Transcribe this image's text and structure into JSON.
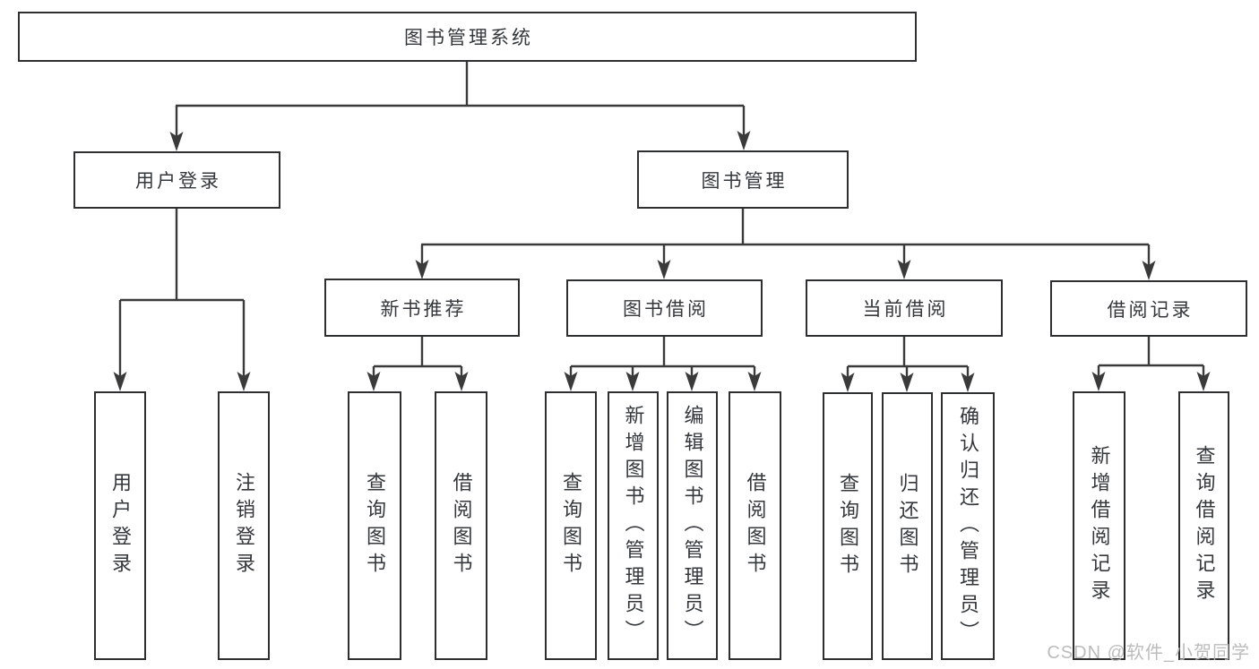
{
  "diagram": {
    "title": "图书管理系统",
    "nodes": {
      "root": {
        "label": "图书管理系统"
      },
      "user_login": {
        "label": "用户登录"
      },
      "book_mgmt": {
        "label": "图书管理"
      },
      "new_book_rec": {
        "label": "新书推荐"
      },
      "book_borrow": {
        "label": "图书借阅"
      },
      "current_borrow": {
        "label": "当前借阅"
      },
      "borrow_record": {
        "label": "借阅记录"
      },
      "ul_login": {
        "label": "用户登录"
      },
      "ul_logout": {
        "label": "注销登录"
      },
      "nb_query": {
        "label": "查询图书"
      },
      "nb_borrow": {
        "label": "借阅图书"
      },
      "bb_query": {
        "label": "查询图书"
      },
      "bb_add": {
        "label": "新增图书（管理员）"
      },
      "bb_edit": {
        "label": "编辑图书（管理员）"
      },
      "bb_borrow": {
        "label": "借阅图书"
      },
      "cb_query": {
        "label": "查询图书"
      },
      "cb_return": {
        "label": "归还图书"
      },
      "cb_confirm": {
        "label": "确认归还（管理员）"
      },
      "br_add": {
        "label": "新增借阅记录"
      },
      "br_query": {
        "label": "查询借阅记录"
      }
    },
    "hierarchy": {
      "label": "图书管理系统",
      "children": [
        {
          "label": "用户登录",
          "children": [
            {
              "label": "用户登录"
            },
            {
              "label": "注销登录"
            }
          ]
        },
        {
          "label": "图书管理",
          "children": [
            {
              "label": "新书推荐",
              "children": [
                {
                  "label": "查询图书"
                },
                {
                  "label": "借阅图书"
                }
              ]
            },
            {
              "label": "图书借阅",
              "children": [
                {
                  "label": "查询图书"
                },
                {
                  "label": "新增图书（管理员）"
                },
                {
                  "label": "编辑图书（管理员）"
                },
                {
                  "label": "借阅图书"
                }
              ]
            },
            {
              "label": "当前借阅",
              "children": [
                {
                  "label": "查询图书"
                },
                {
                  "label": "归还图书"
                },
                {
                  "label": "确认归还（管理员）"
                }
              ]
            },
            {
              "label": "借阅记录",
              "children": [
                {
                  "label": "新增借阅记录"
                },
                {
                  "label": "查询借阅记录"
                }
              ]
            }
          ]
        }
      ]
    },
    "colors": {
      "line": "#3a3a3a",
      "border": "#2e2f31",
      "text": "#34383c",
      "watermark": "#b6b6b6"
    },
    "watermark": {
      "text": "CSDN @软件_小贺同学"
    }
  }
}
